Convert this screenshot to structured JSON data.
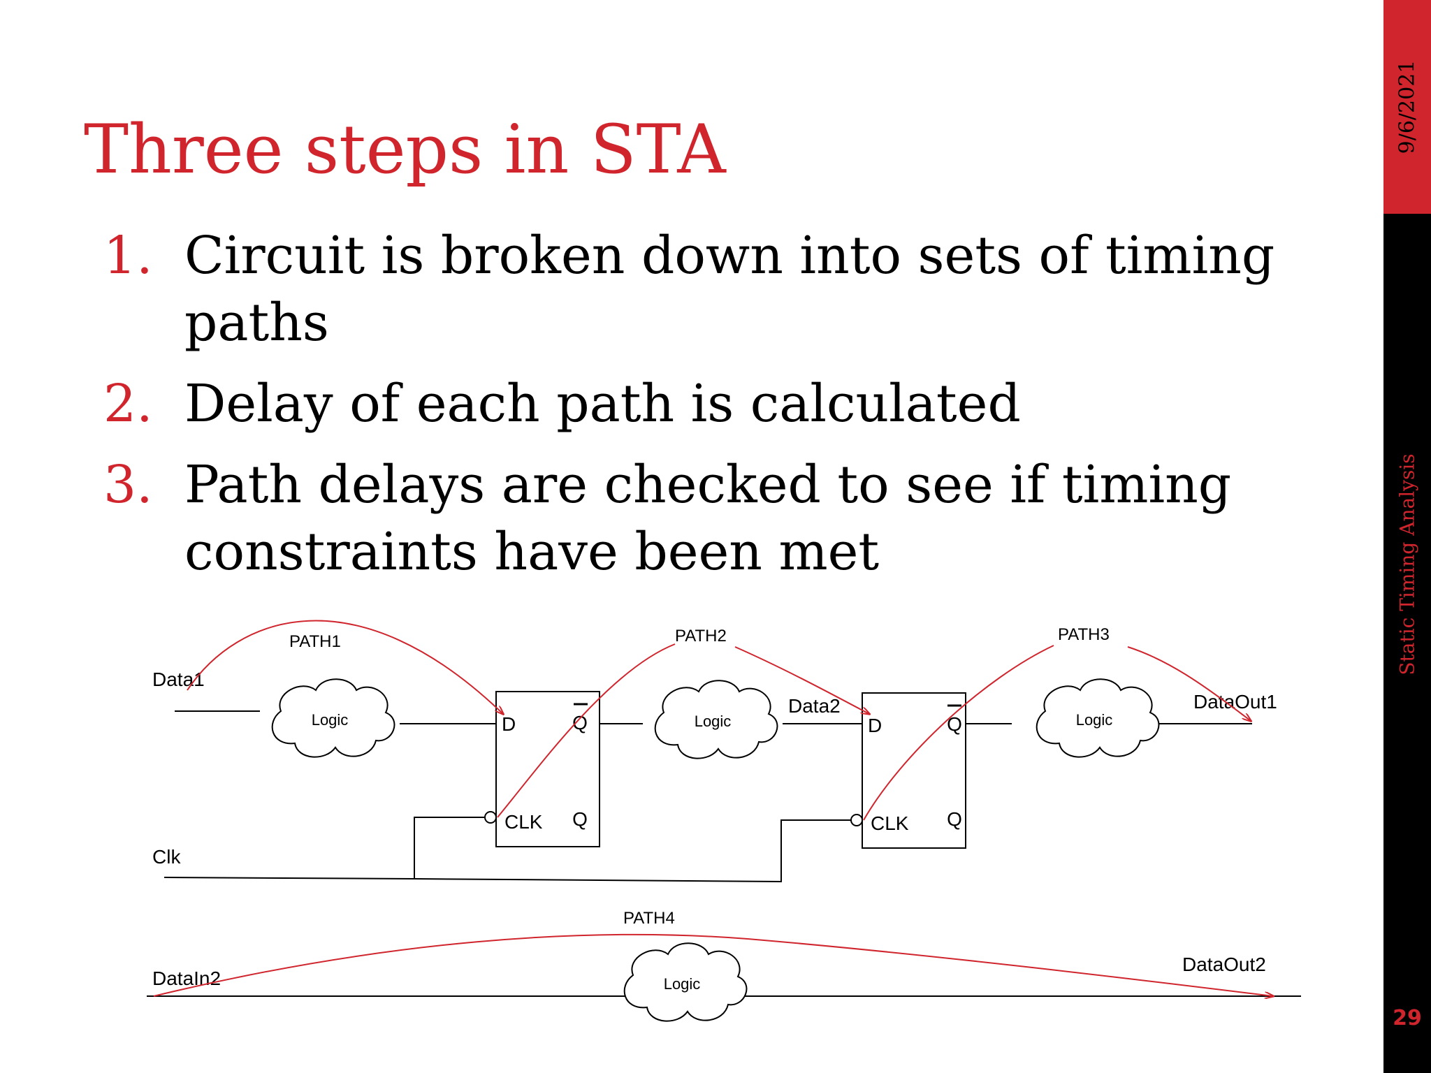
{
  "slide": {
    "title": "Three steps in STA",
    "date": "9/6/2021",
    "footer": "Static Timing Analysis",
    "page_number": "29"
  },
  "steps": [
    {
      "number": "1.",
      "text": "Circuit is broken down into sets of timing paths"
    },
    {
      "number": "2.",
      "text": "Delay of each path is calculated"
    },
    {
      "number": "3.",
      "text": "Path delays are checked to see if timing constraints have been met"
    }
  ],
  "diagram": {
    "path_labels": [
      "PATH1",
      "PATH2",
      "PATH3",
      "PATH4"
    ],
    "signals": {
      "data1": "Data1",
      "data2": "Data2",
      "clk": "Clk",
      "dataout1": "DataOut1",
      "datain2": "DataIn2",
      "dataout2": "DataOut2"
    },
    "logic_label": "Logic",
    "flipflop_pins": {
      "d": "D",
      "q": "Q",
      "qbar": "Q",
      "clk": "CLK"
    },
    "colors": {
      "path_arrow": "#d0252d",
      "wire": "#000000"
    }
  }
}
